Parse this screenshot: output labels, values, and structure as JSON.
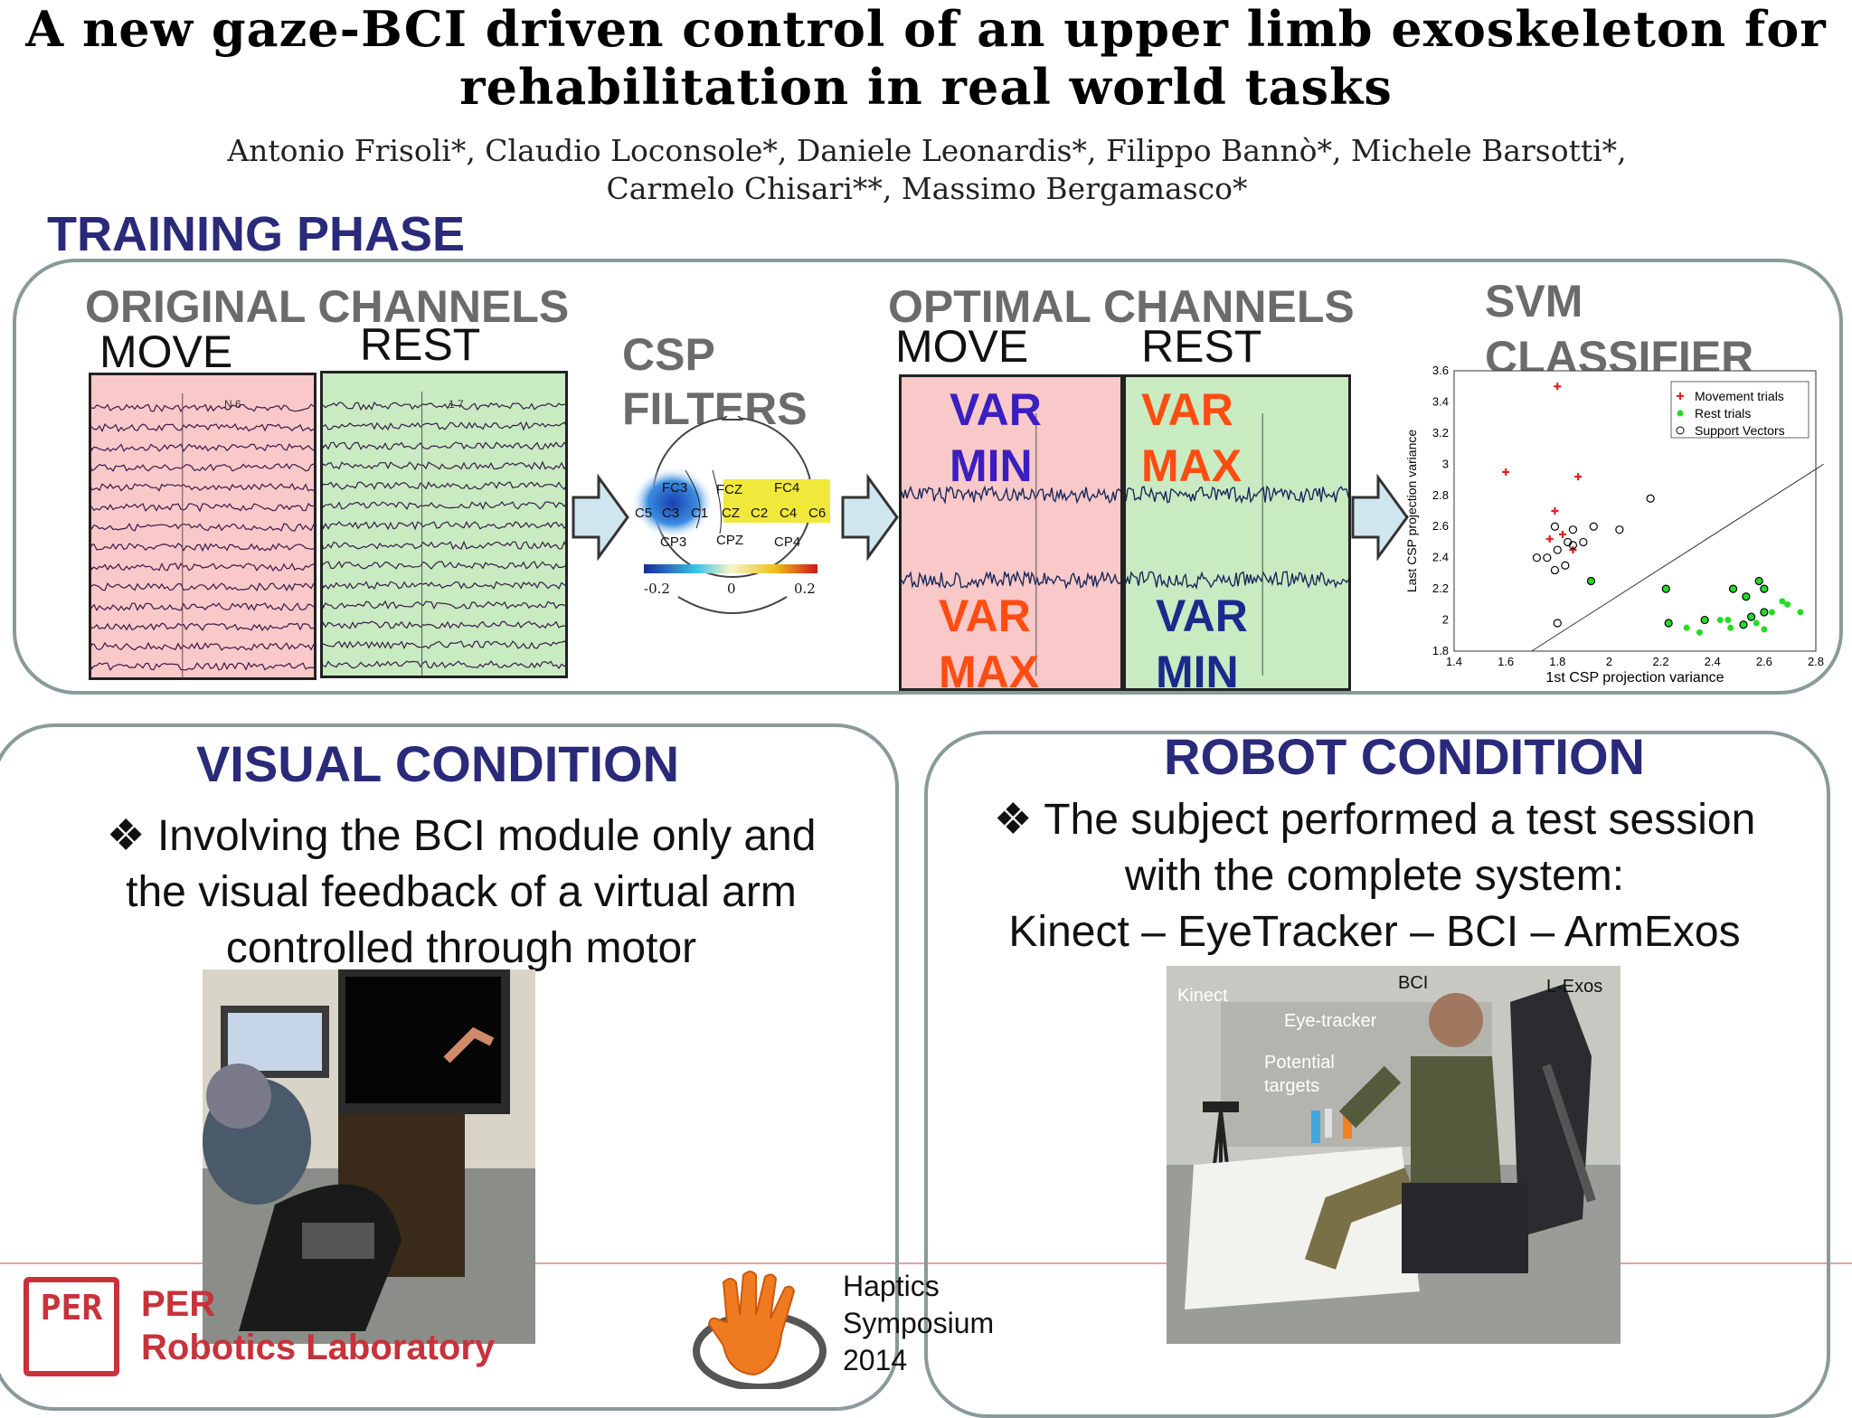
{
  "header": {
    "title_line1": "A new gaze-BCI driven control of an upper limb exoskeleton for",
    "title_line2": "rehabilitation in real world tasks",
    "authors_line1": "Antonio Frisoli*, Claudio Loconsole*, Daniele Leonardis*, Filippo Bannò*, Michele Barsotti*,",
    "authors_line2": "Carmelo Chisari**, Massimo Bergamasco*"
  },
  "training": {
    "heading": "TRAINING PHASE",
    "original_channels": "ORIGINAL CHANNELS",
    "move": "MOVE",
    "rest": "REST",
    "csp_line1": "CSP",
    "csp_line2": "FILTERS",
    "optimal_channels": "OPTIMAL CHANNELS",
    "var_min": [
      "VAR",
      "MIN"
    ],
    "var_max": [
      "VAR",
      "MAX"
    ],
    "svm_line1": "SVM",
    "svm_line2": "CLASSIFIER",
    "head_labels": [
      "FC3",
      "FCZ",
      "FC4",
      "C5",
      "C3",
      "C1",
      "CZ",
      "C2",
      "C4",
      "C6",
      "CP3",
      "CPZ",
      "CP4"
    ],
    "colorbar_ticks": [
      "-0.2",
      "0",
      "0.2"
    ],
    "eeg_top_marks": [
      "N 6",
      "1 7"
    ]
  },
  "chart_data": {
    "type": "scatter",
    "xlabel": "1st CSP projection variance",
    "ylabel": "Last CSP projection variance",
    "xlim": [
      1.4,
      2.8
    ],
    "ylim": [
      1.8,
      3.6
    ],
    "xticks": [
      "1.4",
      "1.6",
      "1.8",
      "2",
      "2.2",
      "2.4",
      "2.6",
      "2.8"
    ],
    "yticks": [
      "1.8",
      "2",
      "2.2",
      "2.4",
      "2.6",
      "2.8",
      "3",
      "3.2",
      "3.4",
      "3.6"
    ],
    "legend_position": "top-right",
    "grid": false,
    "series": [
      {
        "name": "Movement trials",
        "color": "#e02020",
        "marker": "plus",
        "points": [
          [
            1.8,
            3.5
          ],
          [
            1.6,
            2.95
          ],
          [
            1.88,
            2.92
          ],
          [
            1.79,
            2.7
          ],
          [
            1.77,
            2.52
          ],
          [
            1.82,
            2.55
          ],
          [
            1.86,
            2.45
          ]
        ]
      },
      {
        "name": "Rest trials",
        "color": "#22dd22",
        "marker": "dot",
        "points": [
          [
            1.93,
            2.25
          ],
          [
            2.22,
            2.2
          ],
          [
            2.23,
            1.98
          ],
          [
            2.3,
            1.95
          ],
          [
            2.37,
            2.0
          ],
          [
            2.43,
            2.0
          ],
          [
            2.48,
            2.2
          ],
          [
            2.53,
            2.15
          ],
          [
            2.58,
            2.25
          ],
          [
            2.6,
            2.2
          ],
          [
            2.46,
            2.0
          ],
          [
            2.52,
            1.97
          ],
          [
            2.55,
            2.02
          ],
          [
            2.6,
            2.05
          ],
          [
            2.63,
            2.05
          ],
          [
            2.67,
            2.12
          ],
          [
            2.69,
            2.1
          ],
          [
            2.74,
            2.05
          ],
          [
            2.57,
            1.98
          ],
          [
            2.47,
            1.95
          ],
          [
            2.35,
            1.92
          ],
          [
            2.6,
            1.94
          ]
        ]
      },
      {
        "name": "Support Vectors",
        "color": "#000000",
        "marker": "circle",
        "points": [
          [
            1.76,
            2.4
          ],
          [
            1.72,
            2.4
          ],
          [
            1.79,
            2.6
          ],
          [
            1.86,
            2.58
          ],
          [
            1.84,
            2.5
          ],
          [
            1.8,
            2.45
          ],
          [
            1.9,
            2.5
          ],
          [
            1.94,
            2.6
          ],
          [
            2.04,
            2.58
          ],
          [
            1.83,
            2.35
          ],
          [
            1.79,
            2.32
          ],
          [
            1.86,
            2.48
          ],
          [
            2.16,
            2.78
          ],
          [
            1.8,
            1.98
          ],
          [
            1.93,
            2.25
          ],
          [
            2.22,
            2.2
          ],
          [
            2.23,
            1.98
          ],
          [
            2.37,
            2.0
          ],
          [
            2.48,
            2.2
          ],
          [
            2.53,
            2.15
          ],
          [
            2.58,
            2.25
          ],
          [
            2.6,
            2.2
          ],
          [
            2.52,
            1.97
          ],
          [
            2.55,
            2.02
          ],
          [
            2.6,
            2.05
          ]
        ]
      }
    ],
    "decision_line": [
      [
        1.7,
        1.8
      ],
      [
        2.83,
        3.0
      ]
    ]
  },
  "visual": {
    "title": "VISUAL CONDITION",
    "bullet": "❖",
    "text_line1": "Involving the BCI module only and",
    "text_line2": "the visual feedback of a virtual arm",
    "text_line3": "controlled through motor"
  },
  "robot": {
    "title": "ROBOT CONDITION",
    "bullet": "❖",
    "text_line1": "The subject performed a test session",
    "text_line2": "with the complete system:",
    "text_line3": "Kinect – EyeTracker – BCI – ArmExos",
    "photo_labels": {
      "kinect": "Kinect",
      "eye_tracker": "Eye-tracker",
      "bci": "BCI",
      "lexos": "L-Exos",
      "targets_line1": "Potential",
      "targets_line2": "targets"
    }
  },
  "footer": {
    "lab_logo_text": "PER",
    "lab_line1": "PER",
    "lab_line2": "Robotics Laboratory",
    "haptics_line1": "Haptics",
    "haptics_line2": "Symposium",
    "haptics_line3": "2014"
  },
  "colors": {
    "section_heading": "#2a2a7a",
    "panel_border": "#8a9a9a",
    "move_bg": "#f9c8c8",
    "rest_bg": "#c8ebc2",
    "var_blue": "#3a1fc0",
    "var_orange": "#ff4d12",
    "logo_red": "#c8323a",
    "hand_orange": "#f07a20"
  }
}
